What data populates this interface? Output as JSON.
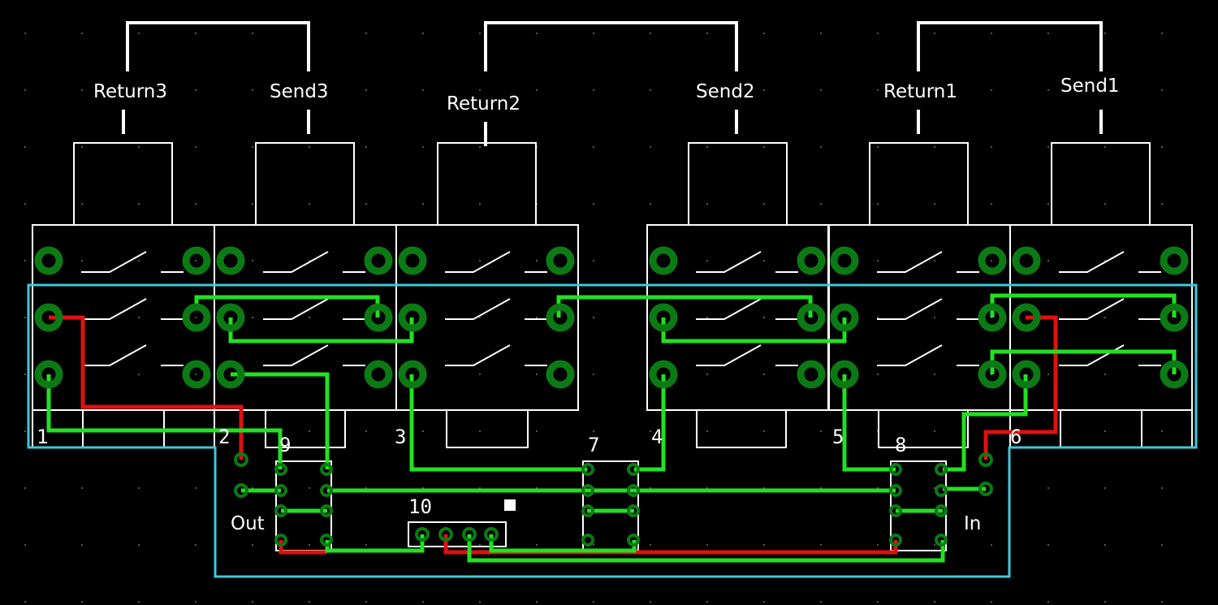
{
  "jack_labels": [
    "Return3",
    "Send3",
    "Return2",
    "Send2",
    "Return1",
    "Send1"
  ],
  "part_numbers": [
    "1",
    "2",
    "3",
    "4",
    "5",
    "6",
    "7",
    "8",
    "9",
    "10"
  ],
  "io_labels": {
    "out": "Out",
    "in": "In"
  },
  "colors": {
    "background": "#000000",
    "silkscreen": "#ffffff",
    "top_trace": "#e01010",
    "bottom_trace": "#22e022",
    "pad": "#0b7a14",
    "outline": "#3fc8d8"
  }
}
